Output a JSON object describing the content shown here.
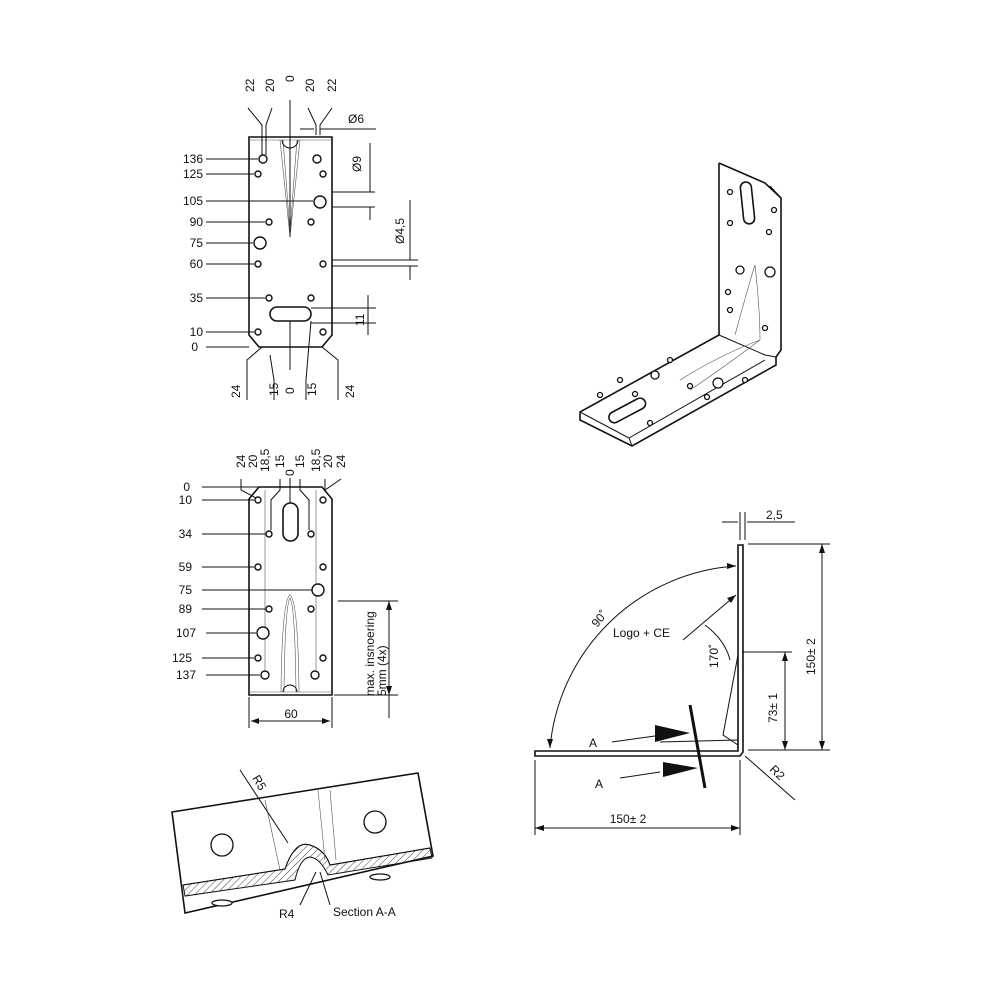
{
  "top_view": {
    "top_dims": [
      "22",
      "20",
      "0",
      "20",
      "22"
    ],
    "bottom_dims": [
      "24",
      "15",
      "0",
      "15",
      "24"
    ],
    "left_dims": [
      "136",
      "125",
      "105",
      "90",
      "75",
      "60",
      "35",
      "10",
      "0"
    ],
    "hole_dia_6": "Ø6",
    "hole_dia_9": "Ø9",
    "hole_dia_4_5": "Ø4,5",
    "slot_height": "11"
  },
  "bottom_view": {
    "top_dims": [
      "24",
      "20",
      "18,5",
      "15",
      "0",
      "15",
      "18,5",
      "20",
      "24"
    ],
    "left_dims": [
      "0",
      "10",
      "34",
      "59",
      "75",
      "89",
      "107",
      "125",
      "137"
    ],
    "width": "60",
    "note_line1": "max. insnoering",
    "note_line2": "5mm (4x)"
  },
  "side_view": {
    "thickness": "2,5",
    "height": "150± 2",
    "rib_height": "73± 1",
    "rib_angle": "170˚",
    "angle": "90˚",
    "logo": "Logo + CE",
    "section_mark_1": "A",
    "section_mark_2": "A",
    "radius": "R2",
    "length": "150± 2"
  },
  "section": {
    "outer_radius": "R5",
    "inner_radius": "R4",
    "title": "Section A-A"
  }
}
